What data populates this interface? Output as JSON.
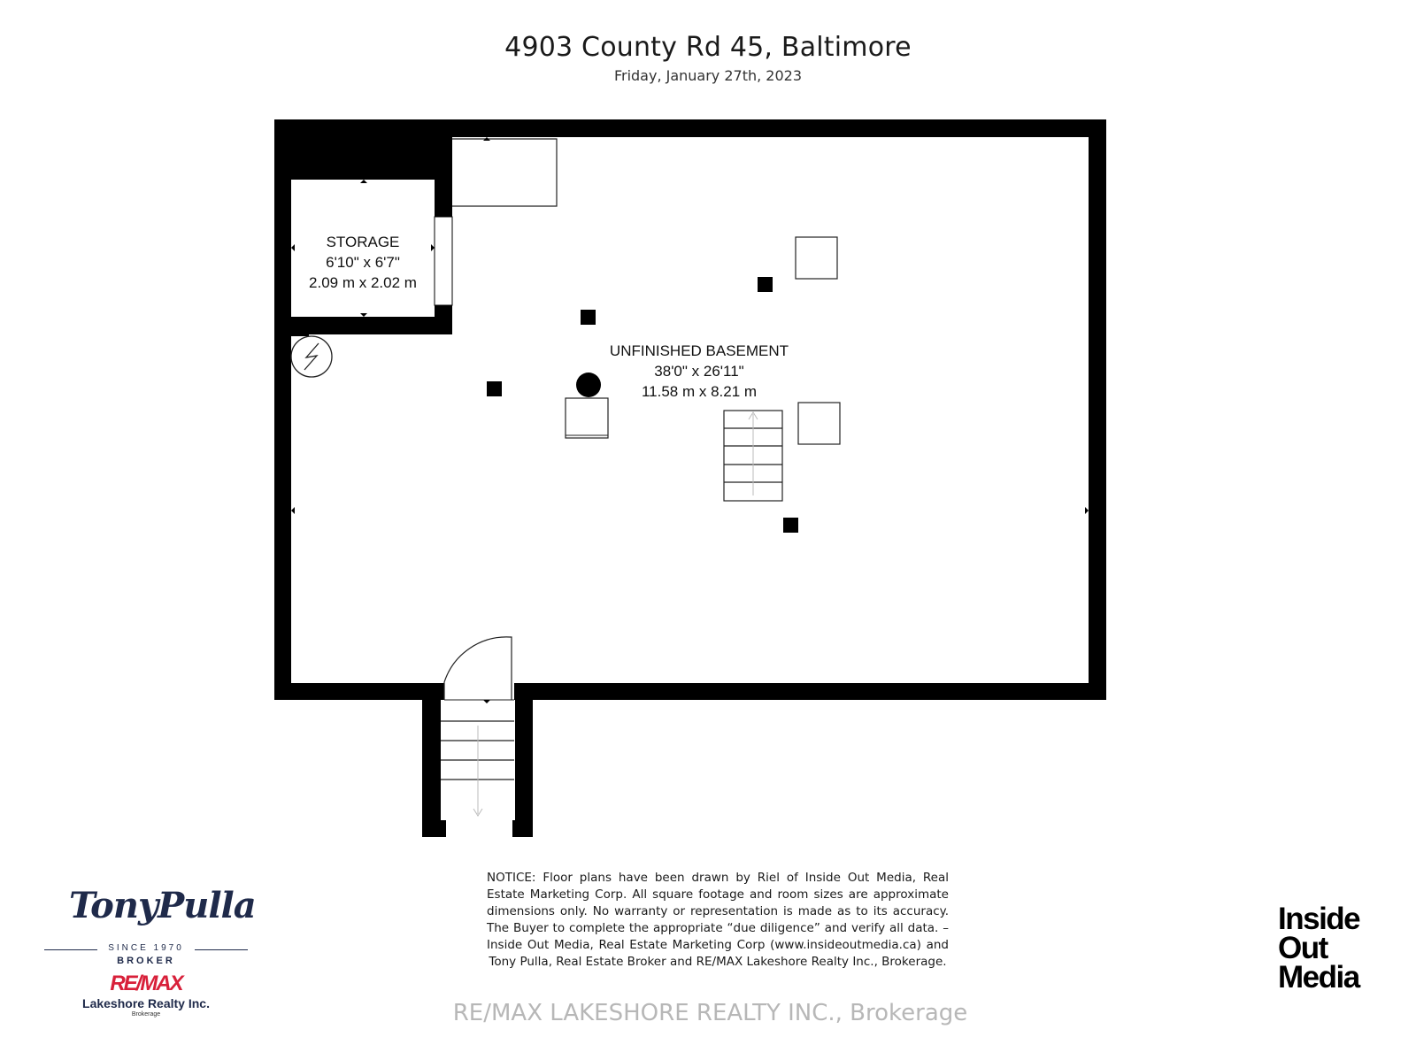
{
  "header": {
    "title": "4903 County Rd 45, Baltimore",
    "date": "Friday, January 27th, 2023"
  },
  "rooms": {
    "storage": {
      "name": "STORAGE",
      "dim_imperial": "6'10\" x 6'7\"",
      "dim_metric": "2.09 m x 2.02 m"
    },
    "basement": {
      "name": "UNFINISHED BASEMENT",
      "dim_imperial": "38'0\" x 26'11\"",
      "dim_metric": "11.58 m x 8.21 m"
    }
  },
  "notice": "NOTICE: Floor plans have been drawn by Riel of Inside Out Media, Real Estate Marketing Corp. All square footage and room sizes are approximate dimensions only. No warranty or representation is made as to its accuracy. The Buyer to complete the appropriate “due diligence” and verify all data. – Inside Out Media, Real Estate Marketing Corp (www.insideoutmedia.ca) and Tony Pulla, Real Estate Broker and RE/MAX Lakeshore Realty Inc., Brokerage.",
  "broker_logo": {
    "name": "TonyPulla",
    "since": "SINCE 1970",
    "title": "BROKER",
    "remax": "RE/MAX",
    "office": "Lakeshore Realty Inc.",
    "office_sub": "Brokerage"
  },
  "media_logo": {
    "line1": "Inside",
    "line2": "Out",
    "line3": "Media"
  },
  "watermark": "RE/MAX LAKESHORE REALTY INC., Brokerage",
  "colors": {
    "wall": "#000000",
    "brand_navy": "#1f2a4a",
    "remax_red": "#d8203a"
  },
  "icons": [
    "electrical-panel-icon",
    "stairs-up-arrow-icon",
    "stairs-down-arrow-icon"
  ]
}
